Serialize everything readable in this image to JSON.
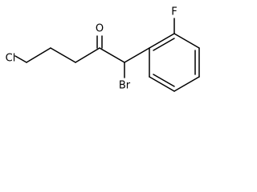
{
  "molecule": {
    "atoms": {
      "chlorine": "Cl",
      "oxygen": "O",
      "bromine": "Br",
      "fluorine": "F"
    }
  },
  "colors": {
    "bond": "#000000",
    "label": "#000000",
    "background": "#ffffff"
  }
}
